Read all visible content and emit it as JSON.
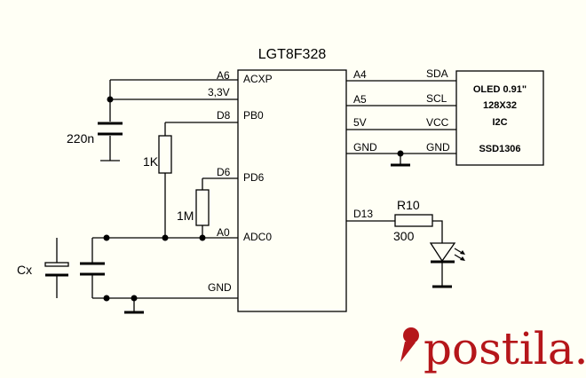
{
  "mcu": {
    "name": "LGT8F328",
    "left_pins": [
      {
        "net": "A6",
        "pin": "ACXP"
      },
      {
        "net": "3,3V",
        "pin": ""
      },
      {
        "net": "D8",
        "pin": "PB0"
      },
      {
        "net": "D6",
        "pin": "PD6"
      },
      {
        "net": "A0",
        "pin": "ADC0"
      },
      {
        "net": "GND",
        "pin": ""
      }
    ],
    "right_pins": [
      {
        "net": "A4"
      },
      {
        "net": "A5"
      },
      {
        "net": "5V"
      },
      {
        "net": "GND"
      },
      {
        "net": "D13"
      }
    ]
  },
  "oled": {
    "lines": [
      "OLED 0.91\"",
      "128X32",
      "I2C",
      "SSD1306"
    ],
    "pins": [
      "SDA",
      "SCL",
      "VCC",
      "GND"
    ]
  },
  "components": {
    "cap_220n": "220n",
    "res_1k": "1K",
    "res_1m": "1M",
    "cx": "Cx",
    "r10_name": "R10",
    "r10_value": "300"
  },
  "watermark": {
    "text": "postila.ru",
    "color": "#b5161a"
  }
}
